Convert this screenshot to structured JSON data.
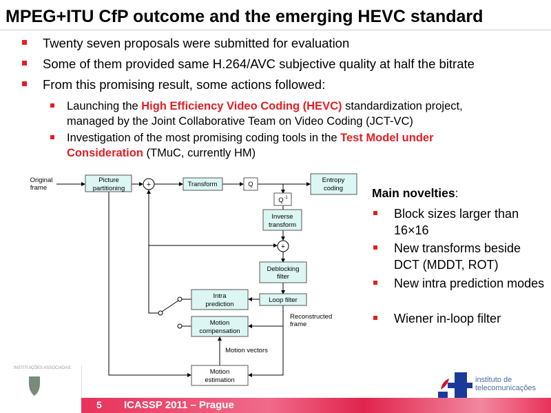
{
  "title": "MPEG+ITU CfP outcome and the emerging HEVC standard",
  "bullets": [
    "Twenty seven proposals were submitted for evaluation",
    "Some of them provided same H.264/AVC subjective quality at half the bitrate",
    "From this promising result, some actions followed:"
  ],
  "sub1": {
    "pre": "Launching the ",
    "hl": "High Efficiency Video Coding (HEVC)",
    "post": " standardization project, managed by the Joint Collaborative Team on Video Coding (JCT-VC)"
  },
  "sub2": {
    "pre": "Investigation of the most promising coding tools in the ",
    "hl": "Test Model under Consideration",
    "post": " (TMuC, currently HM)"
  },
  "novelties": {
    "title": "Main novelties",
    "colon": ":",
    "items": [
      "Block sizes larger than 16×16",
      "New transforms beside DCT (MDDT, ROT)",
      "New intra prediction modes",
      "Wiener in-loop filter"
    ]
  },
  "diagram": {
    "original1": "Original",
    "original2": "frame",
    "pic1": "Picture",
    "pic2": "partitioning",
    "transform": "Transform",
    "q": "Q",
    "qinv": "Q",
    "qinv_sup": "-1",
    "entropy1": "Entropy",
    "entropy2": "coding",
    "inv1": "Inverse",
    "inv2": "transform",
    "deb1": "Deblocking",
    "deb2": "filter",
    "loop": "Loop filter",
    "intra1": "Intra",
    "intra2": "prediction",
    "mc1": "Motion",
    "mc2": "compensation",
    "me1": "Motion",
    "me2": "estimation",
    "mv": "Motion vectors",
    "rec1": "Reconstructed",
    "rec2": "frame",
    "plus": "+"
  },
  "footer": {
    "page": "5",
    "conference": "ICASSP 2011 – Prague",
    "institutions": "INSTITUIÇÕES ASSOCIADAS:",
    "it1": "instituto de",
    "it2": "telecomunicações"
  },
  "colors": {
    "accent": "#e31e24",
    "box": "#dcf6f3"
  }
}
